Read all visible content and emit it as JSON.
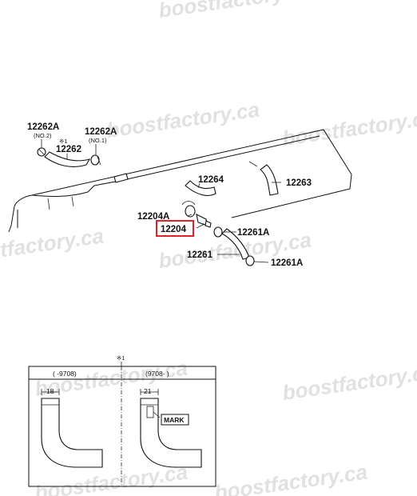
{
  "watermark": "boostfactory.ca",
  "callouts": {
    "p12262a_left": "12262A",
    "no2": "(NO.2)",
    "p12262a_right": "12262A",
    "no1": "(NO.1)",
    "ref1": "※1",
    "p12262": "12262",
    "p12264": "12264",
    "p12263": "12263",
    "p12204a": "12204A",
    "p12204": "12204",
    "p12261a_upper": "12261A",
    "p12261": "12261",
    "p12261a_lower": "12261A"
  },
  "highlight_color": "#e0202a",
  "detail_table": {
    "ref": "※1",
    "col_left": "(      -9708)",
    "col_right": "(9708-      )",
    "dim_left": "18",
    "dim_right": "21",
    "mark_label": "MARK"
  }
}
